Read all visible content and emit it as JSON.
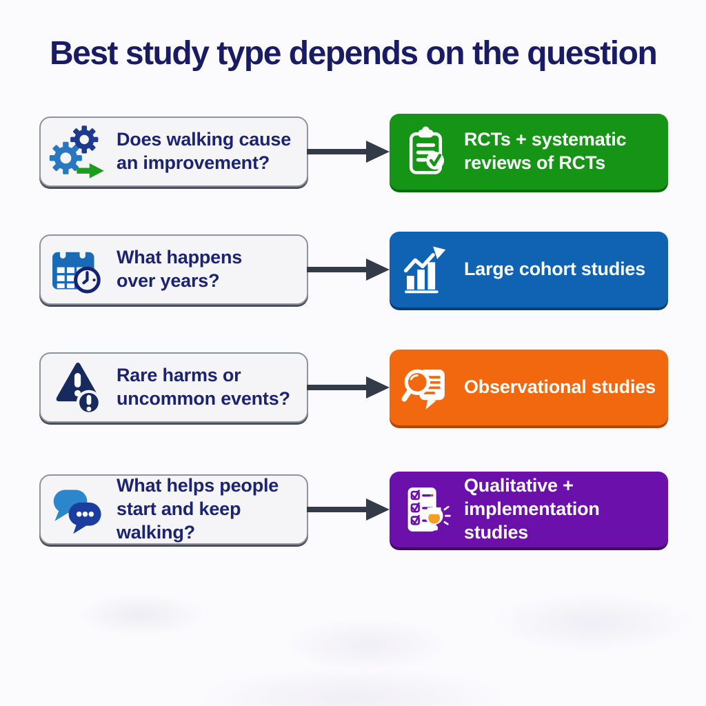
{
  "title": "Best study type depends on the question",
  "palette": {
    "background": "#fbfafd",
    "title_text": "#191c63",
    "question_text": "#1c2370",
    "question_box_bg": "#f5f5f7",
    "question_box_border": "#8f939d",
    "question_box_edge": "#4a4f5a",
    "result_text": "#ffffff",
    "arrow": "#333a48",
    "navy": "#172a5e",
    "gear_dark": "#1e3a8f",
    "gear_light": "#2878c0",
    "green_arrow": "#1e9c1e",
    "calendar_blue": "#1a6ab5",
    "clock_navy": "#14246e",
    "bubble_light": "#2b86cc",
    "bubble_dark": "#1b3e9e",
    "bulb_glow": "#f59e26",
    "red_mark": "#d8431f"
  },
  "rows": [
    {
      "question": {
        "icon": "gears-progress-icon",
        "text": "Does walking cause\nan improvement?"
      },
      "result": {
        "icon": "clipboard-check-icon",
        "text": "RCTs + systematic\nreviews of RCTs",
        "color": "#169416",
        "edge": "#0a6d0a"
      }
    },
    {
      "question": {
        "icon": "calendar-clock-icon",
        "text": "What happens\nover years?"
      },
      "result": {
        "icon": "bar-chart-growth-icon",
        "text": "Large cohort studies",
        "color": "#1063b2",
        "edge": "#093f78"
      }
    },
    {
      "question": {
        "icon": "warning-exclamation-icon",
        "text": "Rare harms or\nuncommon events?"
      },
      "result": {
        "icon": "magnifier-document-icon",
        "text": "Observational studies",
        "color": "#f1680e",
        "edge": "#b34607"
      }
    },
    {
      "question": {
        "icon": "chat-bubbles-icon",
        "text": "What helps people\nstart and keep walking?"
      },
      "result": {
        "icon": "checklist-lightbulb-icon",
        "text": "Qualitative +\nimplementation studies",
        "color": "#6b10ab",
        "edge": "#43076e"
      }
    }
  ]
}
